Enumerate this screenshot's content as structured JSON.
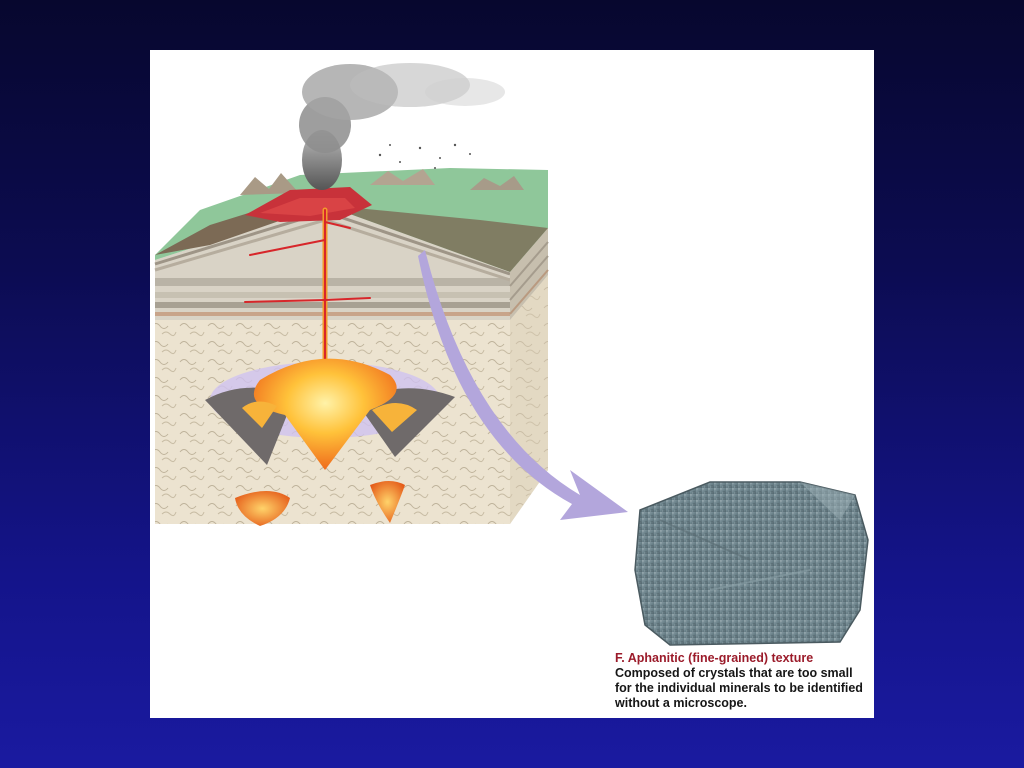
{
  "slide": {
    "caption": {
      "title": "F. Aphanitic (fine-grained) texture",
      "body": "Composed of crystals that are too small for the individual minerals to be identified without a microscope."
    }
  },
  "colors": {
    "background_top": "#07072e",
    "background_bottom": "#1a1aa0",
    "caption_title": "#9b1b2a",
    "arrow": "#b3a6dc",
    "magma": "#f5a02a",
    "lava": "#c8323a",
    "ground": "#8fc79a",
    "rock_sample": "#6f8790"
  },
  "icons": [
    "volcano-illustration",
    "magma-chamber",
    "curved-arrow",
    "rock-sample"
  ]
}
